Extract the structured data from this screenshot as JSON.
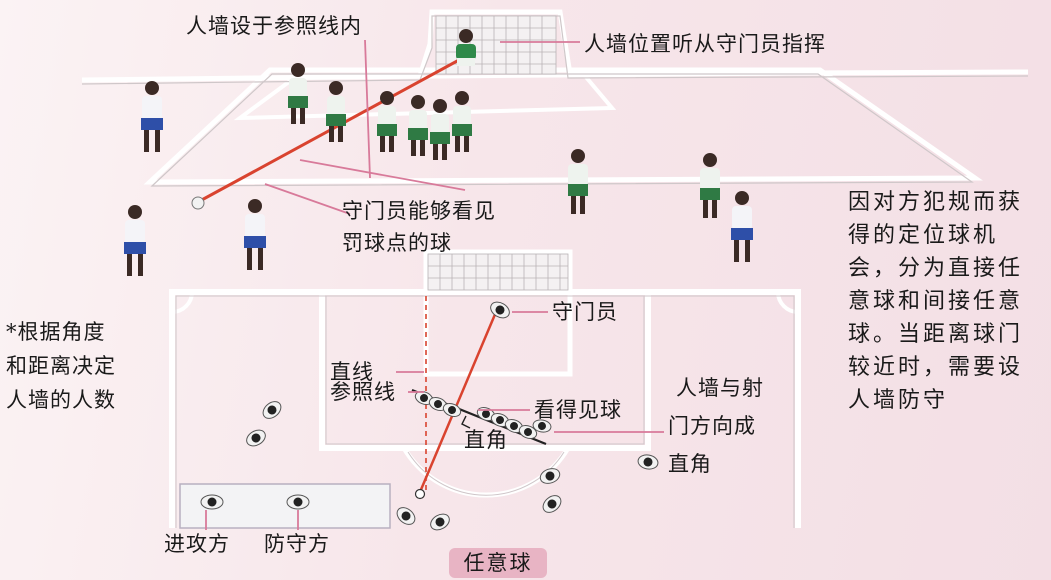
{
  "labels": {
    "wall_inside_reference": "人墙设于参照线内",
    "wall_position_keeper": "人墙位置听从守门员指挥",
    "keeper_sees_ball_1": "守门员能够看见",
    "keeper_sees_ball_2": "罚球点的球",
    "straight_line": "直线",
    "reference_line": "参照线",
    "goalkeeper": "守门员",
    "ball_visible": "看得见球",
    "right_angle": "直角",
    "wall_perpendicular_1": "人墙与射",
    "wall_perpendicular_2": "门方向成",
    "wall_perpendicular_3": "直角",
    "attackers": "进攻方",
    "defenders": "防守方",
    "wall_count_1": "*根据角度",
    "wall_count_2": "和距离决定",
    "wall_count_3": "人墙的人数"
  },
  "side_note": {
    "lines": [
      "因对方犯规而获",
      "得的定位球机",
      "会，分为直接任",
      "意球和间接任意",
      "球。当距离球门",
      "较近时，需要设",
      "人墙防守"
    ]
  },
  "caption": "任意球",
  "colors": {
    "background": "#f7e6ea",
    "caption_badge": "#e8b4c4",
    "red_line": "#d9432f",
    "pointer_line": "#d87a9a",
    "field_line": "#ffffff"
  }
}
